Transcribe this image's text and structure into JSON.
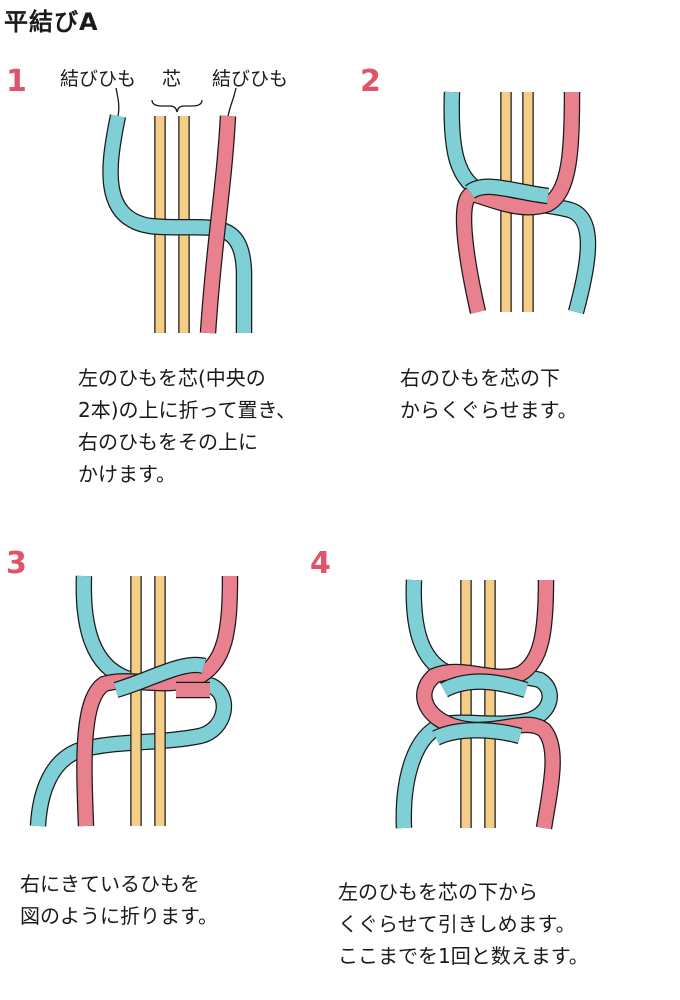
{
  "title": "平結びA",
  "steps": [
    {
      "number": "1",
      "text": "左のひもを芯(中央の\n2本)の上に折って置き、\n右のひもをその上に\nかけます。"
    },
    {
      "number": "2",
      "text": "右のひもを芯の下\nからくぐらせます。"
    },
    {
      "number": "3",
      "text": "右にきているひもを\n図のように折ります。"
    },
    {
      "number": "4",
      "text": "左のひもを芯の下から\nくぐらせて引きしめます。\nここまでを1回と数えます。"
    }
  ],
  "labels": {
    "left_cord": "結びひも",
    "core": "芯",
    "right_cord": "結びひも"
  },
  "colors": {
    "teal": "#7fd0d6",
    "pink": "#e8808e",
    "core": "#f6cd86",
    "outline": "#1a1a1a",
    "number": "#e0536a"
  }
}
